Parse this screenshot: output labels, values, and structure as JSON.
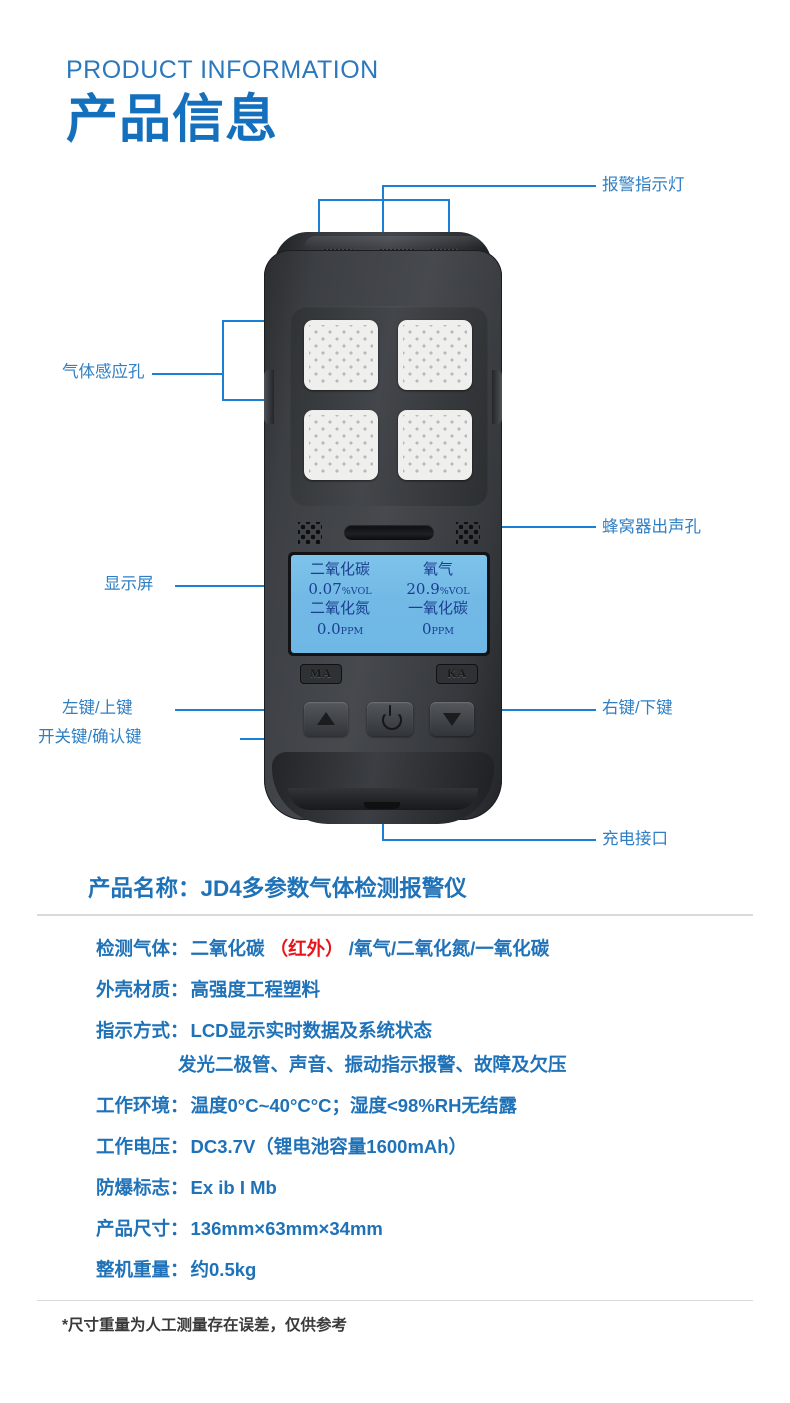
{
  "header": {
    "title_en": "PRODUCT INFORMATION",
    "title_cn": "产品信息"
  },
  "callouts": {
    "alarm_light": "报警指示灯",
    "gas_sensor_holes": "气体感应孔",
    "buzzer_holes": "蜂窝器出声孔",
    "display_screen": "显示屏",
    "left_up_key": "左键/上键",
    "power_confirm_key": "开关键/确认键",
    "right_down_key": "右键/下键",
    "charging_port": "充电接口"
  },
  "device": {
    "badge_left": "MA",
    "badge_right": "KA",
    "lcd": {
      "readings": [
        {
          "name": "二氧化碳",
          "value": "0.07",
          "unit": "%VOL"
        },
        {
          "name": "氧气",
          "value": "20.9",
          "unit": "%VOL"
        },
        {
          "name": "二氧化氮",
          "value": "0.0",
          "unit": "PPM"
        },
        {
          "name": "一氧化碳",
          "value": "0",
          "unit": "PPM"
        }
      ]
    },
    "buttons": {
      "up": "up-triangle",
      "power": "power-symbol",
      "down": "down-triangle"
    }
  },
  "specs": {
    "title_label": "产品名称：",
    "title_value": "JD4多参数气体检测报警仪",
    "rows": [
      {
        "label": "检测气体：",
        "value_pre": "二氧化碳 ",
        "value_red": "（红外）",
        "value_post": " /氧气/二氧化氮/一氧化碳"
      },
      {
        "label": "外壳材质：",
        "value": "高强度工程塑料"
      },
      {
        "label": "指示方式：",
        "value": "LCD显示实时数据及系统状态"
      },
      {
        "label": "",
        "value": "发光二极管、声音、振动指示报警、故障及欠压",
        "continuation": true
      },
      {
        "label": "工作环境：",
        "value": "温度0°C~40°C°C；湿度<98%RH无结露"
      },
      {
        "label": "工作电压：",
        "value": "DC3.7V（锂电池容量1600mAh）"
      },
      {
        "label": "防爆标志：",
        "value": "Ex ib I Mb"
      },
      {
        "label": "产品尺寸：",
        "value": "136mm×63mm×34mm"
      },
      {
        "label": "整机重量：",
        "value": "约0.5kg"
      }
    ],
    "footnote": "*尺寸重量为人工测量存在误差，仅供参考"
  },
  "colors": {
    "accent_blue": "#1f72b8",
    "line_blue": "#1b7fd4",
    "red": "#e8141b"
  }
}
